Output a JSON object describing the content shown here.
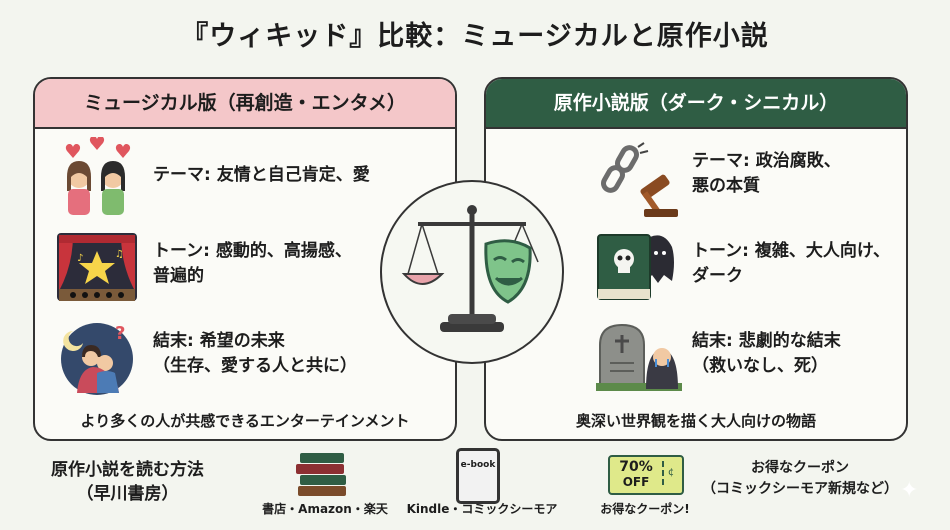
{
  "title": "『ウィキッド』比較：ミュージカルと原作小説",
  "musical": {
    "header": "ミュージカル版（再創造・エンタメ）",
    "theme": "テーマ: 友情と自己肯定、愛",
    "tone_line1": "トーン: 感動的、高揚感、",
    "tone_line2": "普遍的",
    "ending_line1": "結末: 希望の未来",
    "ending_line2": "（生存、愛する人と共に）",
    "footer": "より多くの人が共感できるエンターテインメント"
  },
  "novel": {
    "header": "原作小説版（ダーク・シニカル）",
    "theme_line1": "テーマ: 政治腐敗、",
    "theme_line2": "悪の本質",
    "tone_line1": "トーン: 複雑、大人向け、",
    "tone_line2": "ダーク",
    "ending_line1": "結末: 悲劇的な結末",
    "ending_line2": "（救いなし、死）",
    "footer": "奥深い世界観を描く大人向けの物語"
  },
  "bottom": {
    "label_line1": "原作小説を読む方法",
    "label_line2": "（早川書房）",
    "stores": "書店・Amazon・楽天",
    "ebook_text": "e-book",
    "kindle": "Kindle・コミックシーモア",
    "coupon_top": "70%",
    "coupon_bottom": "OFF",
    "coupon_caption": "お得なクーポン!",
    "coupon_line1": "お得なクーポン",
    "coupon_line2": "（コミックシーモア新規など）"
  },
  "colors": {
    "musical_header": "#f4c7c9",
    "novel_header": "#2f5d44",
    "background": "#f3f5ef"
  },
  "icons": [
    "friends-hearts-icon",
    "stage-star-icon",
    "hug-moon-icon",
    "broken-chain-gavel-icon",
    "dark-book-ghost-icon",
    "grave-crying-icon",
    "scale-mask-icon",
    "books-stack-icon",
    "ebook-reader-icon",
    "coupon-ticket-icon",
    "sparkle-icon"
  ]
}
